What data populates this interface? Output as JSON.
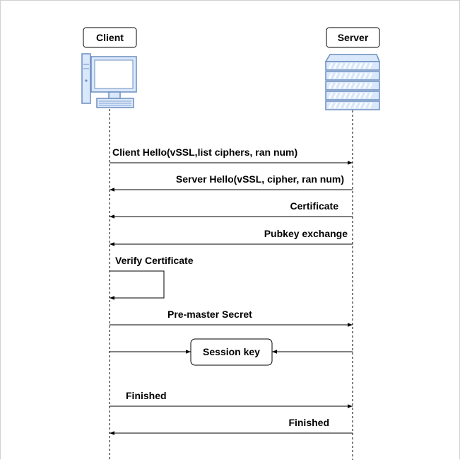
{
  "participants": {
    "client": {
      "label": "Client",
      "icon": "desktop-computer-icon"
    },
    "server": {
      "label": "Server",
      "icon": "server-rack-icon"
    }
  },
  "messages": [
    {
      "label": "Client Hello(vSSL,list ciphers, ran num)",
      "direction": "client-to-server"
    },
    {
      "label": "Server Hello(vSSL, cipher, ran num)",
      "direction": "server-to-client"
    },
    {
      "label": "Certificate",
      "direction": "server-to-client"
    },
    {
      "label": "Pubkey exchange",
      "direction": "server-to-client"
    },
    {
      "label": "Verify Certificate",
      "direction": "self-client"
    },
    {
      "label": "Pre-master Secret",
      "direction": "client-to-server"
    },
    {
      "label": "Finished",
      "direction": "client-to-server"
    },
    {
      "label": "Finished",
      "direction": "server-to-client"
    }
  ],
  "session_box": {
    "label": "Session key"
  },
  "colors": {
    "icon_fill": "#dae8fc",
    "icon_stroke": "#6c8ebf",
    "line": "#000000"
  }
}
